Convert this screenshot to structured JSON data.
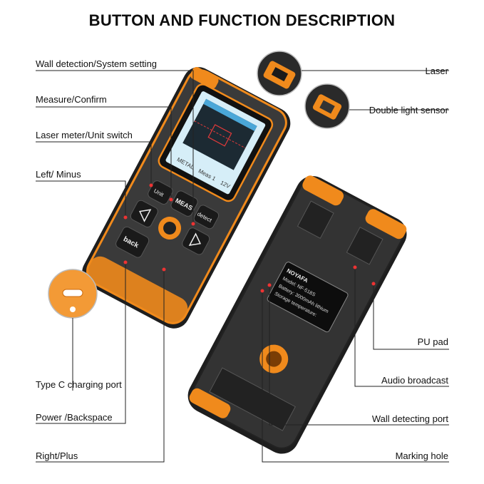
{
  "title": "BUTTON AND FUNCTION DESCRIPTION",
  "labels": {
    "wall_detection": "Wall detection/System setting",
    "measure_confirm": "Measure/Confirm",
    "laser_meter": "Laser meter/Unit switch",
    "left_minus": "Left/ Minus",
    "type_c": "Type C charging port",
    "power_backspace": "Power /Backspace",
    "right_plus": "Right/Plus",
    "laser": "Laser",
    "double_light": "Double light sensor",
    "pu_pad": "PU pad",
    "audio": "Audio broadcast",
    "wall_port": "Wall detecting port",
    "marking_hole": "Marking hole"
  },
  "device": {
    "btn_meas": "MEAS",
    "btn_back": "back",
    "btn_unit": "Unit",
    "btn_detect": "detect",
    "screen_metal": "METAL",
    "screen_meas": "Meas 1",
    "screen_12v": "12V",
    "brand": "NOYAFA",
    "model": "Model: NF-518S",
    "battery": "Battery: 3000mAh lithium",
    "storage": "Storage temperature:"
  },
  "colors": {
    "orange": "#f08a1c",
    "body": "#2b2b2b",
    "screen": "#d6eef8"
  }
}
